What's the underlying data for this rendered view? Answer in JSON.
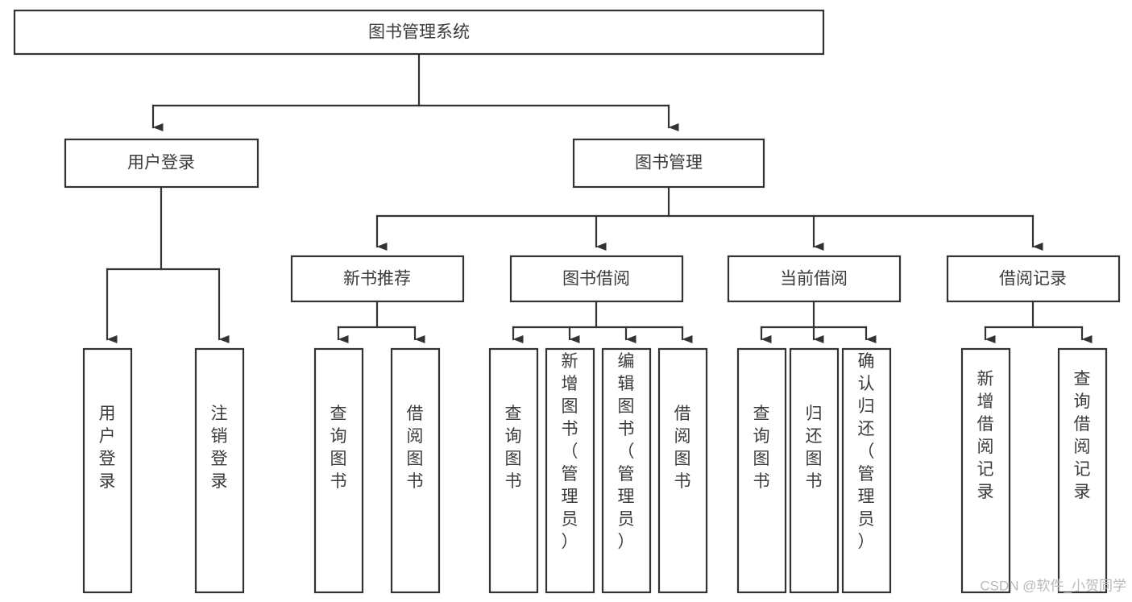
{
  "diagram": {
    "type": "tree",
    "title": "图书管理系统",
    "watermark": "CSDN @软件_小贺同学",
    "colors": {
      "background": "#ffffff",
      "box_stroke": "#333333",
      "box_fill": "#ffffff",
      "text": "#3b3b3b",
      "watermark": "#b9b9b9"
    },
    "levels": {
      "root": {
        "label": "图书管理系统"
      },
      "level2": [
        {
          "id": "user-login",
          "label": "用户登录"
        },
        {
          "id": "book-management",
          "label": "图书管理"
        }
      ],
      "level3": [
        {
          "id": "new-book-recommend",
          "label": "新书推荐",
          "parent": "book-management"
        },
        {
          "id": "book-borrow",
          "label": "图书借阅",
          "parent": "book-management"
        },
        {
          "id": "current-borrow",
          "label": "当前借阅",
          "parent": "book-management"
        },
        {
          "id": "borrow-record",
          "label": "借阅记录",
          "parent": "book-management"
        }
      ],
      "leaves": [
        {
          "id": "leaf-user-login",
          "label": "用户登录",
          "parent": "user-login"
        },
        {
          "id": "leaf-logout-login",
          "label": "注销登录",
          "parent": "user-login"
        },
        {
          "id": "leaf-query-book-1",
          "label": "查询图书",
          "parent": "new-book-recommend"
        },
        {
          "id": "leaf-borrow-book-1",
          "label": "借阅图书",
          "parent": "new-book-recommend"
        },
        {
          "id": "leaf-query-book-2",
          "label": "查询图书",
          "parent": "book-borrow"
        },
        {
          "id": "leaf-add-book",
          "label": "新增图书（管理员）",
          "parent": "book-borrow"
        },
        {
          "id": "leaf-edit-book",
          "label": "编辑图书（管理员）",
          "parent": "book-borrow"
        },
        {
          "id": "leaf-borrow-book-2",
          "label": "借阅图书",
          "parent": "book-borrow"
        },
        {
          "id": "leaf-query-book-3",
          "label": "查询图书",
          "parent": "current-borrow"
        },
        {
          "id": "leaf-return-book",
          "label": "归还图书",
          "parent": "current-borrow"
        },
        {
          "id": "leaf-confirm-return",
          "label": "确认归还（管理员）",
          "parent": "current-borrow"
        },
        {
          "id": "leaf-add-record",
          "label": "新增借阅记录",
          "parent": "borrow-record"
        },
        {
          "id": "leaf-query-record",
          "label": "查询借阅记录",
          "parent": "borrow-record"
        }
      ]
    }
  }
}
